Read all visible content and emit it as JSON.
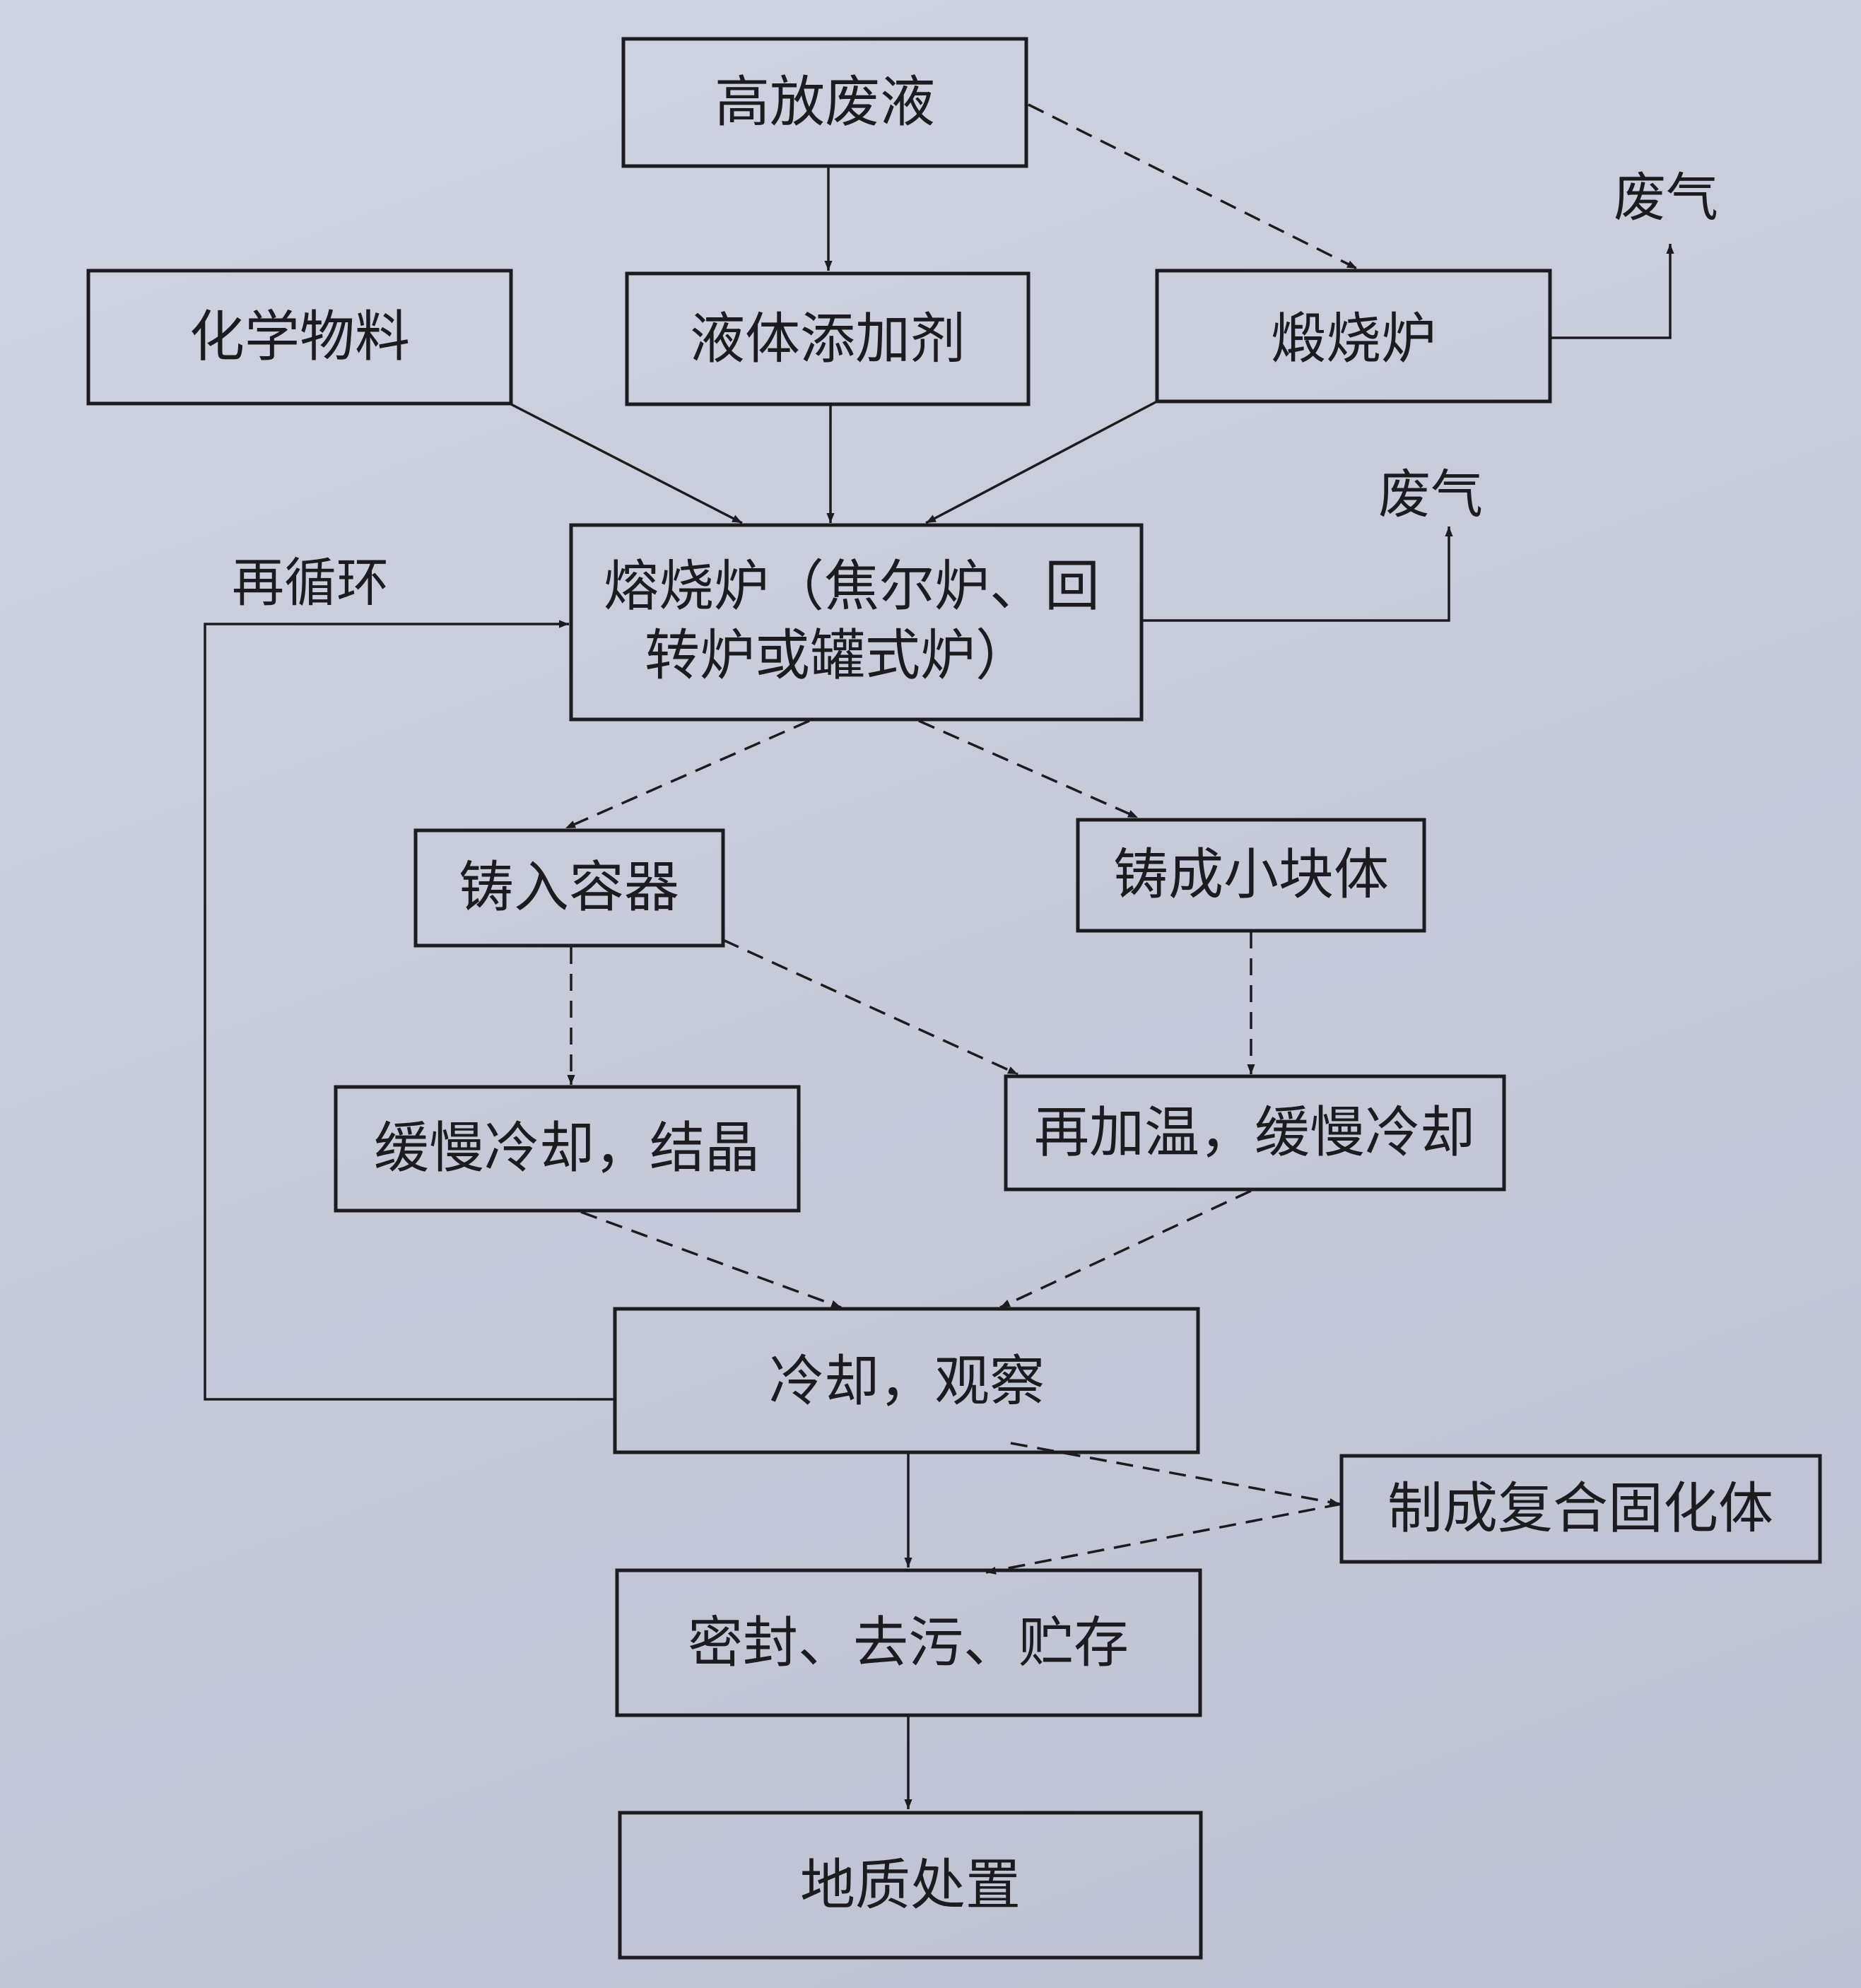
{
  "diagram": {
    "colors": {
      "ink": "#1b1b20",
      "paper": "#c9cddb"
    },
    "nodes": {
      "high_level_waste": "高放废液",
      "chemical_materials": "化学物料",
      "liquid_additive": "液体添加剂",
      "calciner": "煅烧炉",
      "melter_line1": "熔烧炉（焦尔炉、回",
      "melter_line2": "转炉或罐式炉）",
      "pour_container": "铸入容器",
      "cast_blocks": "铸成小块体",
      "slow_cool_crystallize": "缓慢冷却，结晶",
      "reheat_slow_cool": "再加温，缓慢冷却",
      "cool_observe": "冷却，观察",
      "composite_solid": "制成复合固化体",
      "seal_decon_store": "密封、去污、贮存",
      "geological_disposal": "地质处置"
    },
    "labels": {
      "offgas_calciner": "废气",
      "offgas_melter": "废气",
      "recycle": "再循环"
    }
  }
}
